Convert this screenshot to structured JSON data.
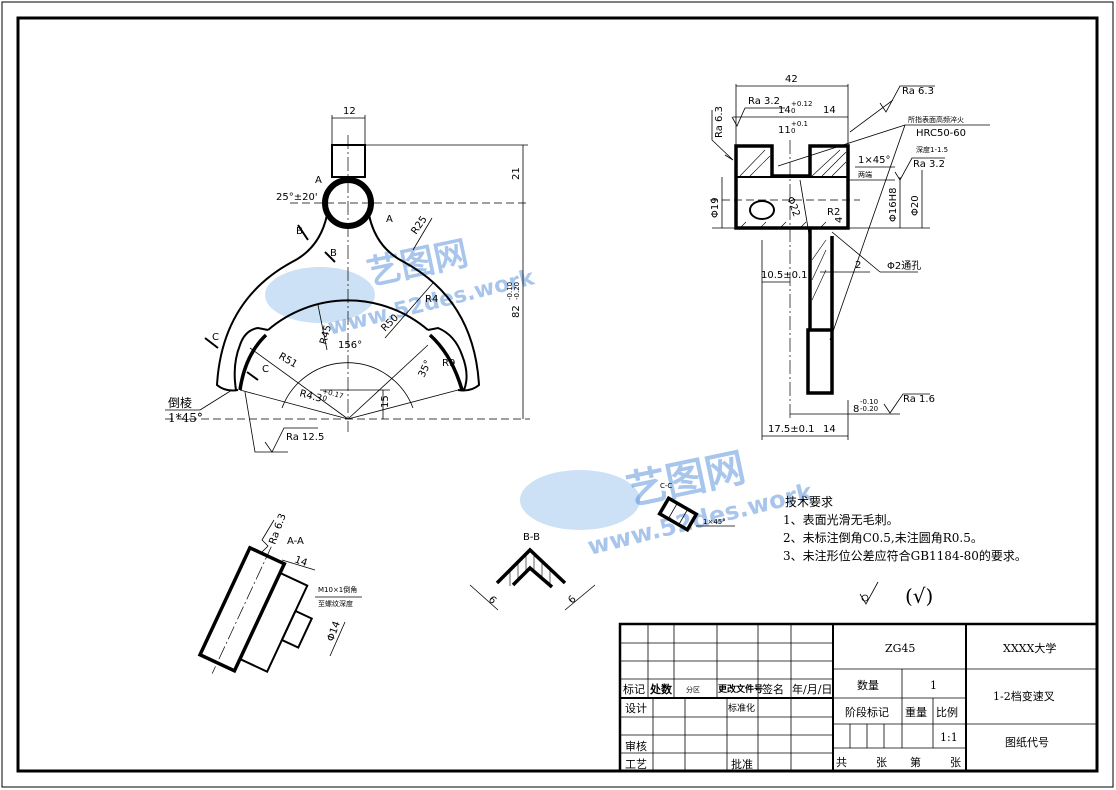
{
  "drawing": {
    "title": "1-2档变速叉",
    "watermark": {
      "logo": "艺图网",
      "url": "www.52des.work"
    },
    "main_view": {
      "dims": {
        "width_12": "12",
        "height_21": "21",
        "height_82": "82",
        "height_82_tol_upper": "-0.10",
        "height_82_tol_lower": "-0.20",
        "angle_25": "25°±20'",
        "r25": "R25",
        "r50": "R50",
        "r4": "R4",
        "r45": "R45",
        "angle_156": "156°",
        "r51": "R51",
        "r43": "R4.3",
        "r43_tol_upper": "+0.17",
        "r43_tol_lower": "0",
        "dim_15": "15",
        "angle_35": "35°",
        "r9": "R9"
      },
      "section_marks": {
        "a1": "A",
        "a2": "A",
        "b1": "B",
        "b2": "B",
        "c1": "C",
        "c2": "C"
      },
      "chamfer_label": "倒棱",
      "chamfer_value": "1*45°",
      "roughness": "Ra 12.5"
    },
    "side_view": {
      "dims": {
        "width_42": "42",
        "slot_14": "14",
        "slot_14_tol_upper": "+0.12",
        "slot_14_tol_lower": "0",
        "right_14": "14",
        "slot_11": "11",
        "slot_11_tol_upper": "+0.1",
        "slot_11_tol_lower": "0",
        "dia_19": "Φ19",
        "dia_22": "Φ22",
        "r2": "R2",
        "dia_16h8": "Φ16H8",
        "dia_20": "Φ20",
        "dim_4": "4",
        "dim_10_5": "10.5±0.1",
        "dim_2": "2",
        "hole": "Φ2通孔",
        "dim_8": "8",
        "dim_8_tol_upper": "-0.10",
        "dim_8_tol_lower": "-0.20",
        "dim_17_5": "17.5±0.1",
        "bottom_14": "14"
      },
      "roughness": {
        "top_left": "Ra 3.2",
        "top_right": "Ra 6.3",
        "left": "Ra 6.3",
        "right": "Ra 3.2",
        "bottom": "Ra 1.6"
      },
      "notes": {
        "hardening": "所指表面高频淬火",
        "hardness": "HRC50-60",
        "depth": "深度1-1.5",
        "chamfer": "1×45°",
        "both_ends": "两端"
      }
    },
    "section_aa": {
      "title": "A-A",
      "roughness": "Ra 6.3",
      "dim_14": "14",
      "thread": "M10×1倒角",
      "thread_note": "至螺纹深度",
      "dia_14": "Φ14"
    },
    "section_bb": {
      "title": "B-B",
      "dim_left": "6",
      "dim_right": "6"
    },
    "section_cc": {
      "title": "C-C",
      "chamfer": "1×45°"
    },
    "tech_requirements": {
      "title": "技术要求",
      "items": [
        "1、表面光滑无毛刺。",
        "2、未标注倒角C0.5,未注圆角R0.5。",
        "3、未注形位公差应符合GB1184-80的要求。"
      ]
    },
    "roughness_symbols": {
      "other": "(√)"
    }
  },
  "title_block": {
    "material": "ZG45",
    "school": "XXXX大学",
    "part_name": "1-2档变速叉",
    "drawing_no_label": "图纸代号",
    "quantity_label": "数量",
    "quantity": "1",
    "stage_label": "阶段标记",
    "weight_label": "重量",
    "scale_label": "比例",
    "scale": "1:1",
    "total_label": "共",
    "sheet_label": "张",
    "no_label": "第",
    "sheet_label2": "张",
    "rev_headers": [
      "标记",
      "处数",
      "分区",
      "更改文件号",
      "签名",
      "年/月/日"
    ],
    "design": "设计",
    "standardization": "标准化",
    "review": "审核",
    "process": "工艺",
    "approve": "批准"
  }
}
